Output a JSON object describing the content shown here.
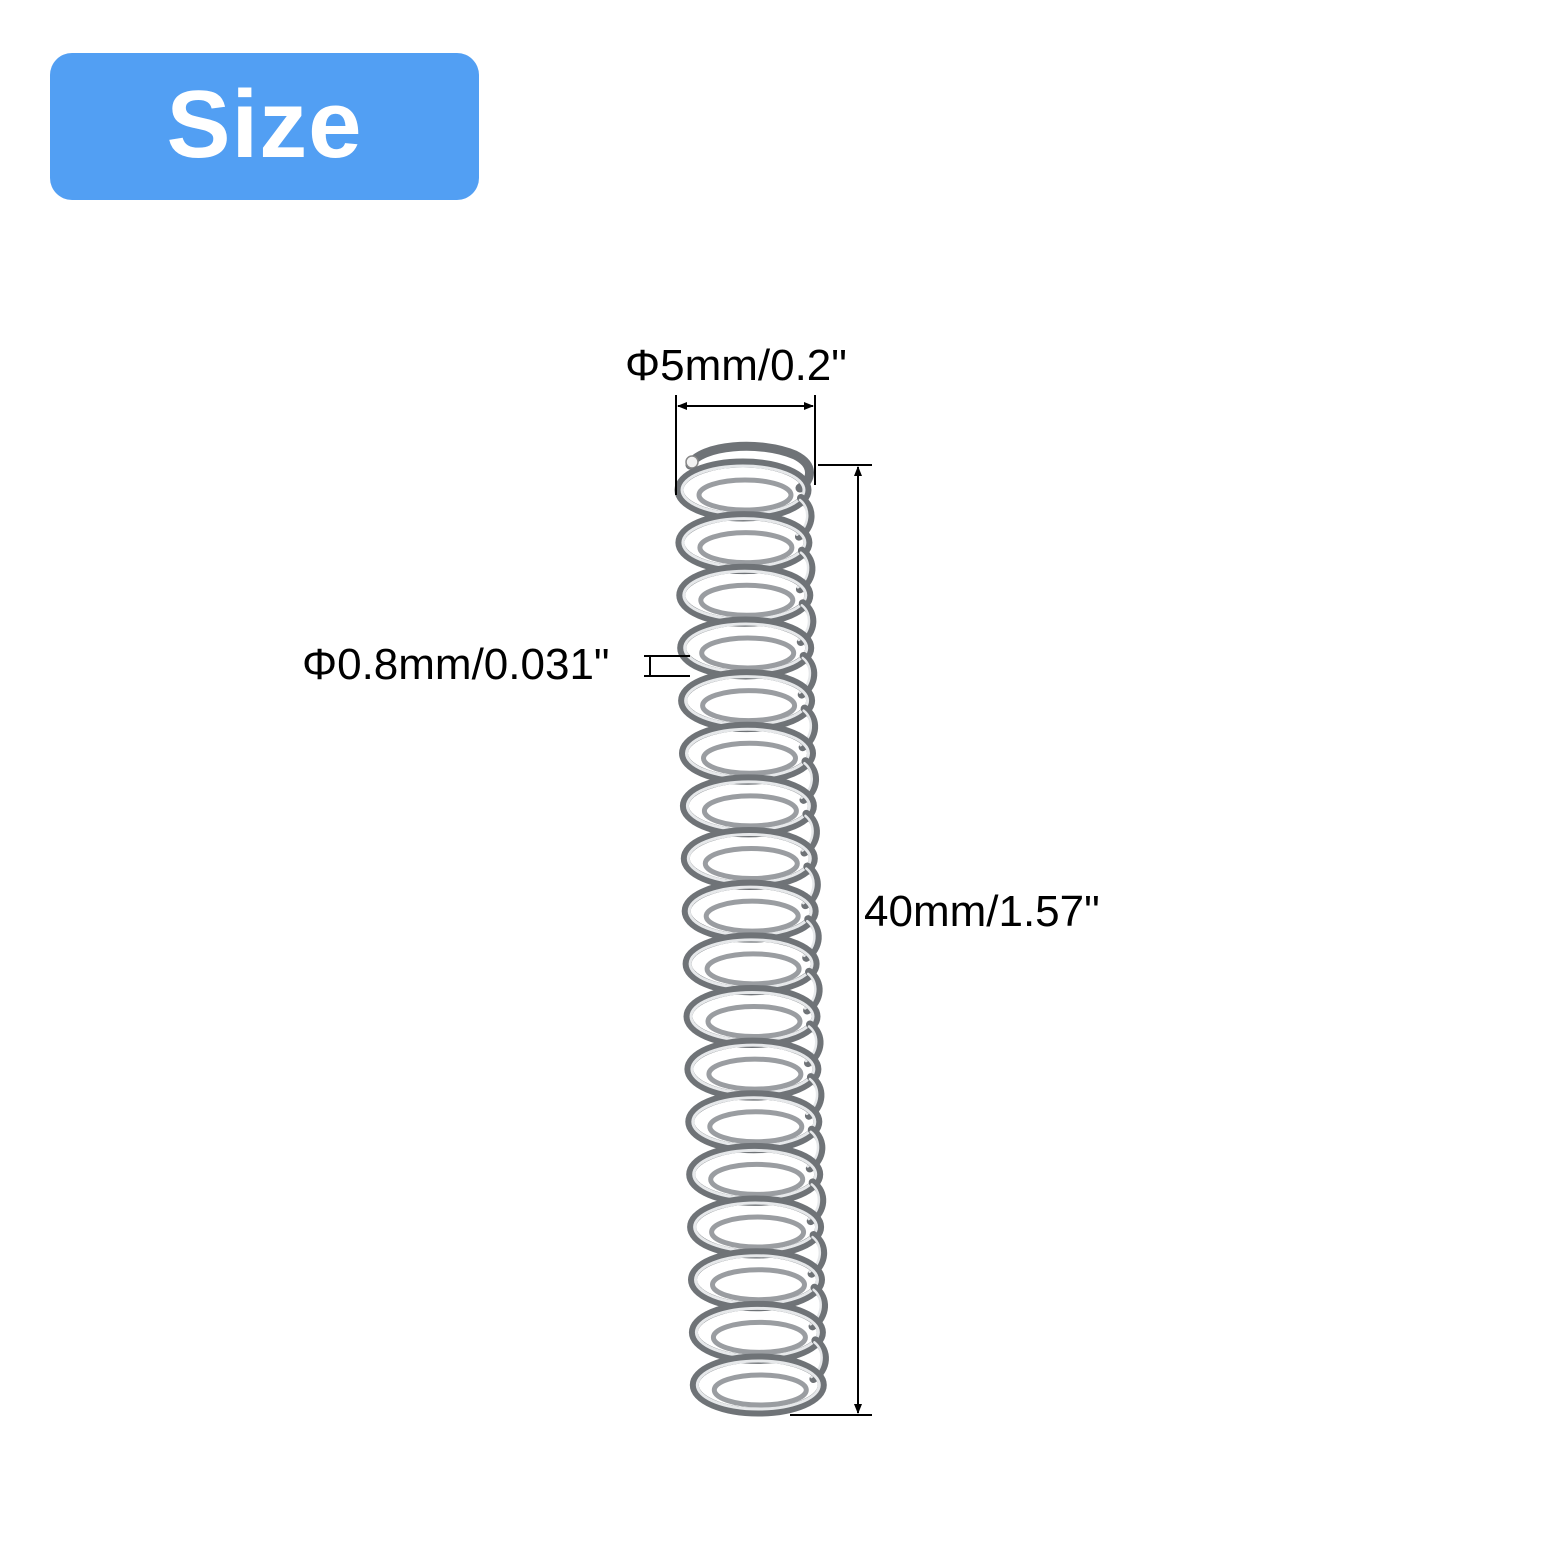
{
  "badge": {
    "label": "Size",
    "color": "#529ff3"
  },
  "dimensions": {
    "outer_diameter": "Φ5mm/0.2\"",
    "wire_diameter": "Φ0.8mm/0.031\"",
    "free_length": "40mm/1.57\""
  },
  "spring": {
    "coil_count": 17,
    "wire_color": "#6f7377",
    "highlight_color": "#e6e8ea"
  }
}
